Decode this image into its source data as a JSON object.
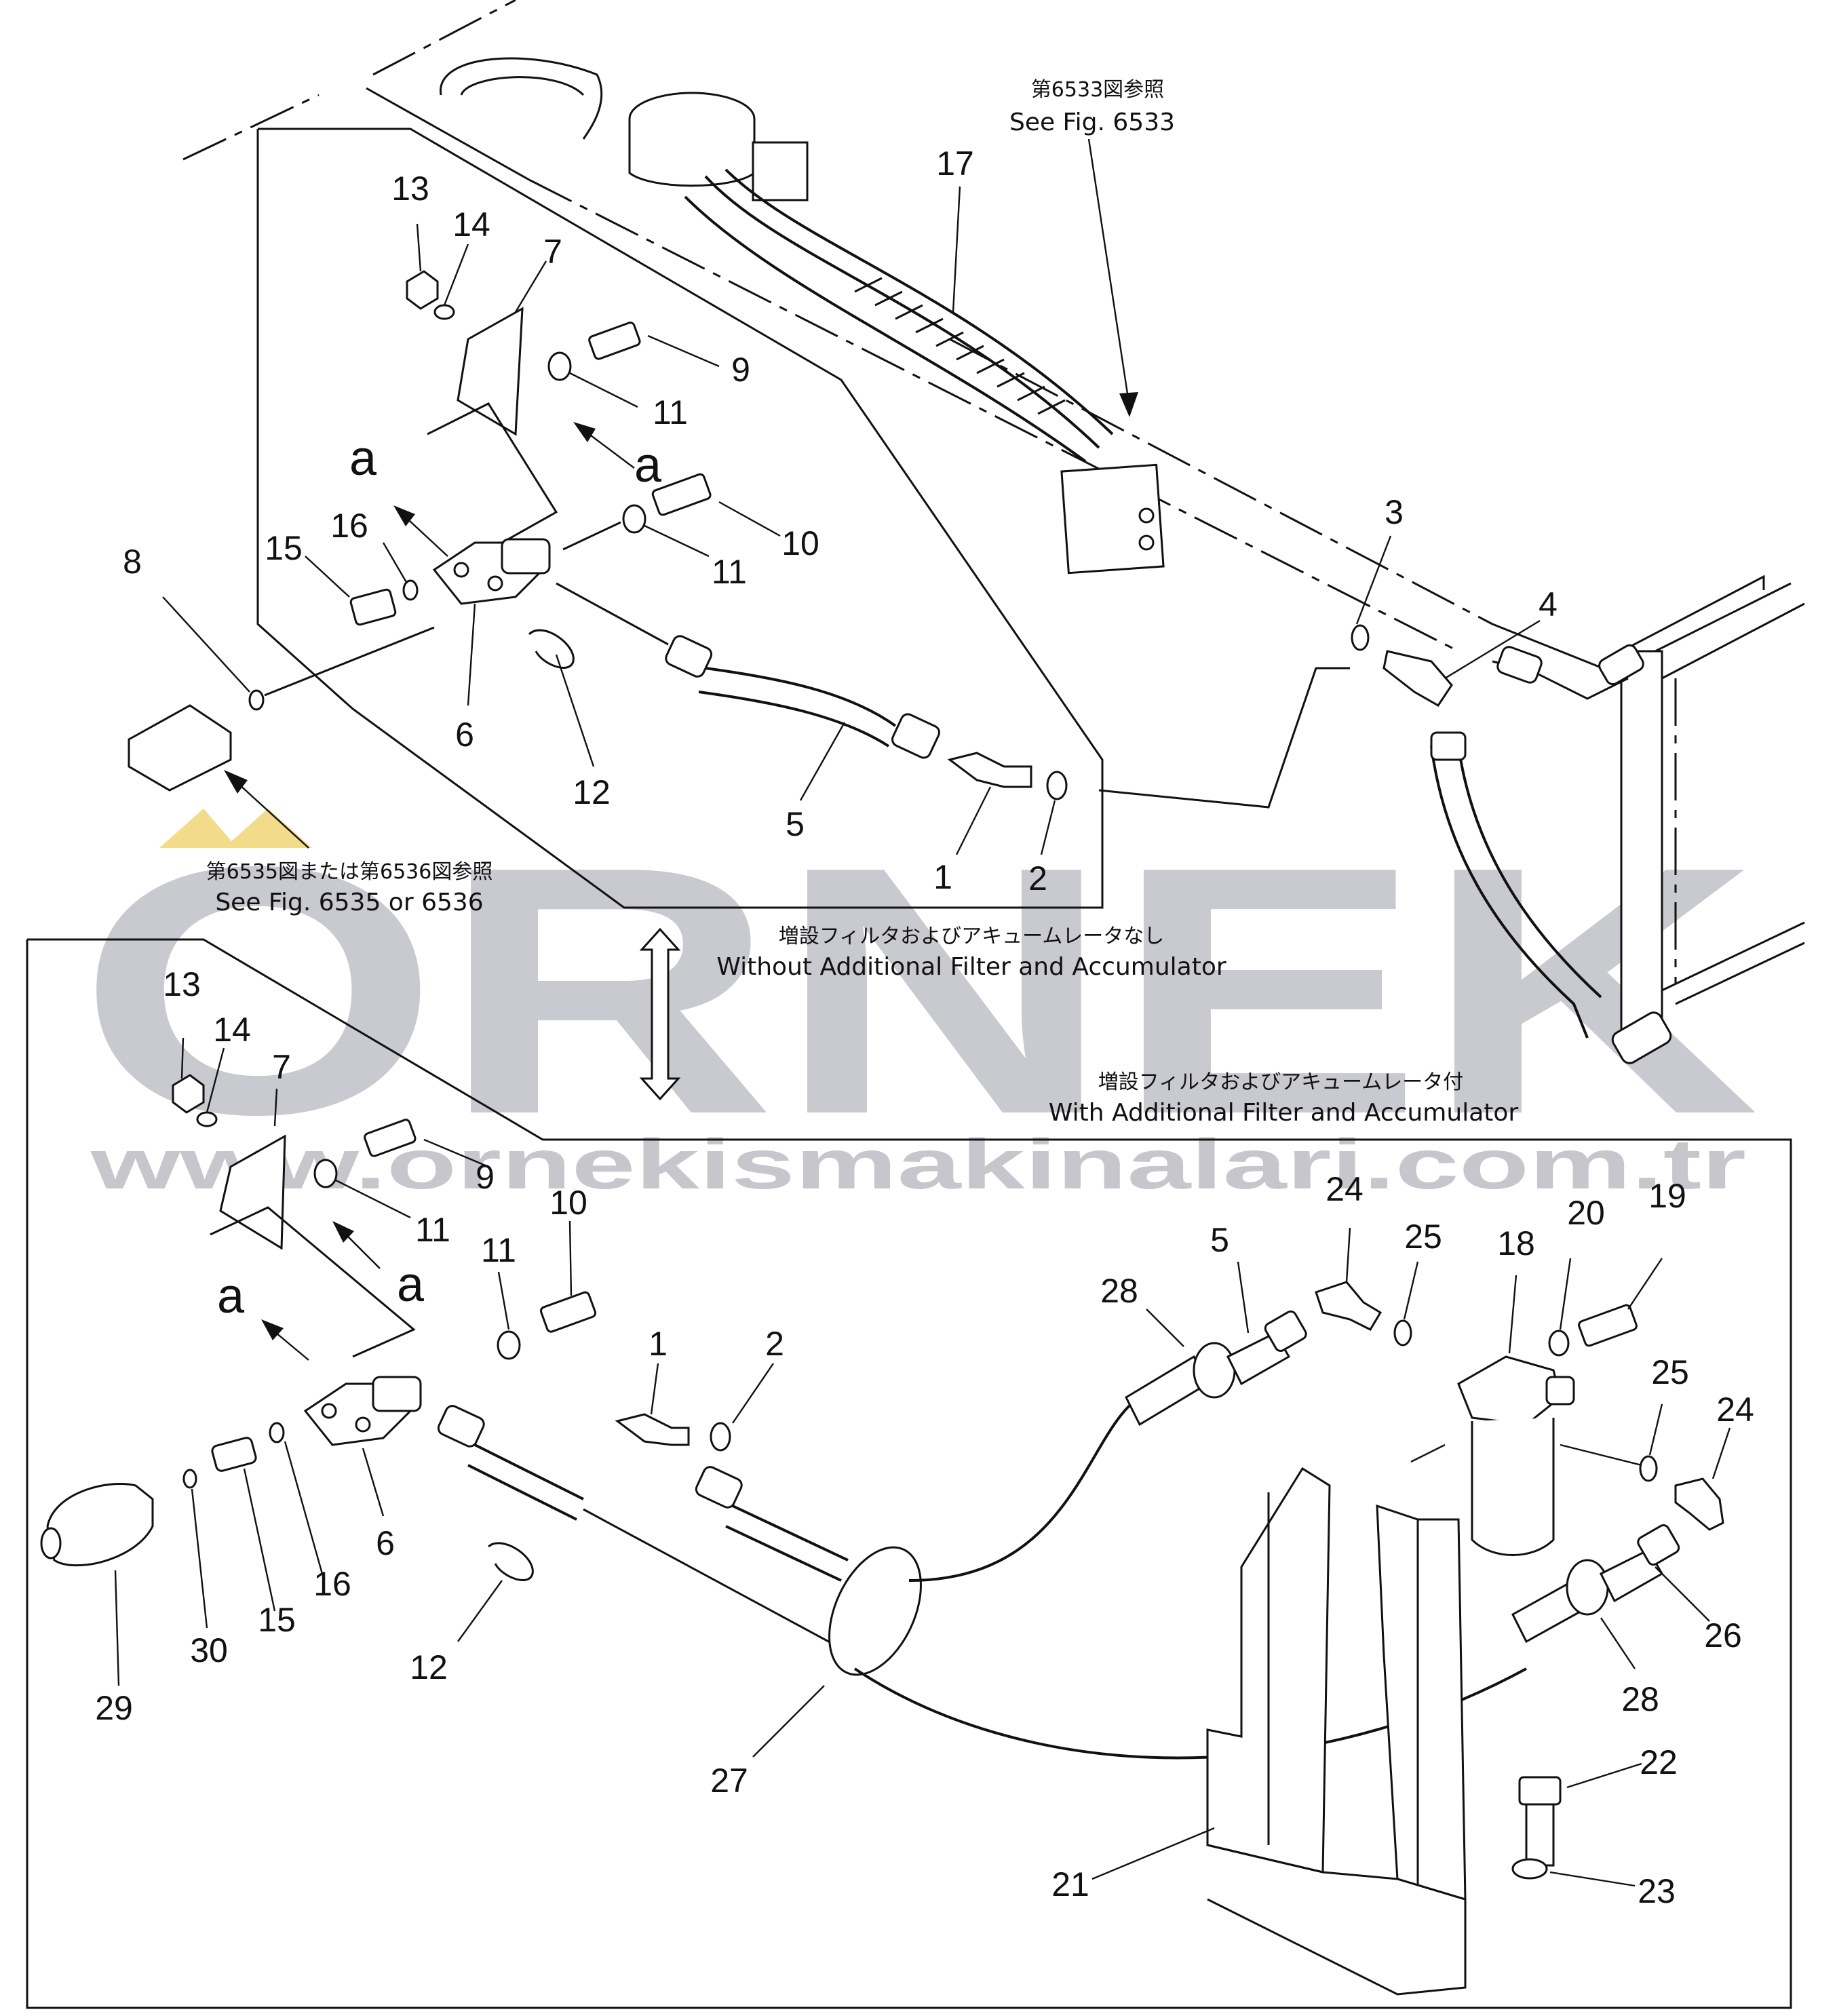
{
  "watermark": {
    "brand": "ORNEK",
    "url": "www.ornekismakinalari.com.tr",
    "brand_color": "#c9c9d0",
    "accent_color": "#f2dc8c"
  },
  "references": {
    "fig_6533_jp": "第6533図参照",
    "fig_6533_en": "See Fig. 6533",
    "fig_6535_jp": "第6535図または第6536図参照",
    "fig_6535_en": "See Fig. 6535 or 6536"
  },
  "variants": {
    "without_jp": "増設フィルタおよびアキュームレータなし",
    "without_en": "Without Additional Filter and Accumulator",
    "with_jp": "増設フィルタおよびアキュームレータ付",
    "with_en": "With Additional Filter and Accumulator"
  },
  "callouts": {
    "upper": {
      "p13": "13",
      "p14": "14",
      "p7": "7",
      "p9": "9",
      "p11a": "11",
      "a1": "a",
      "a2": "a",
      "p10": "10",
      "p11b": "11",
      "p15": "15",
      "p16": "16",
      "p8": "8",
      "p6": "6",
      "p12": "12",
      "p5": "5",
      "p1": "1",
      "p2": "2",
      "p3": "3",
      "p4": "4",
      "p17": "17"
    },
    "lower": {
      "p13": "13",
      "p14": "14",
      "p7": "7",
      "p9": "9",
      "p11a": "11",
      "a1": "a",
      "a2": "a",
      "p10": "10",
      "p11b": "11",
      "p1": "1",
      "p2": "2",
      "p6": "6",
      "p12": "12",
      "p15": "15",
      "p16": "16",
      "p30": "30",
      "p29": "29",
      "p27": "27",
      "p28a": "28",
      "p5": "5",
      "p24a": "24",
      "p25a": "25",
      "p18": "18",
      "p20": "20",
      "p19": "19",
      "p25b": "25",
      "p24b": "24",
      "p26": "26",
      "p28b": "28",
      "p22": "22",
      "p23": "23",
      "p21": "21"
    }
  }
}
